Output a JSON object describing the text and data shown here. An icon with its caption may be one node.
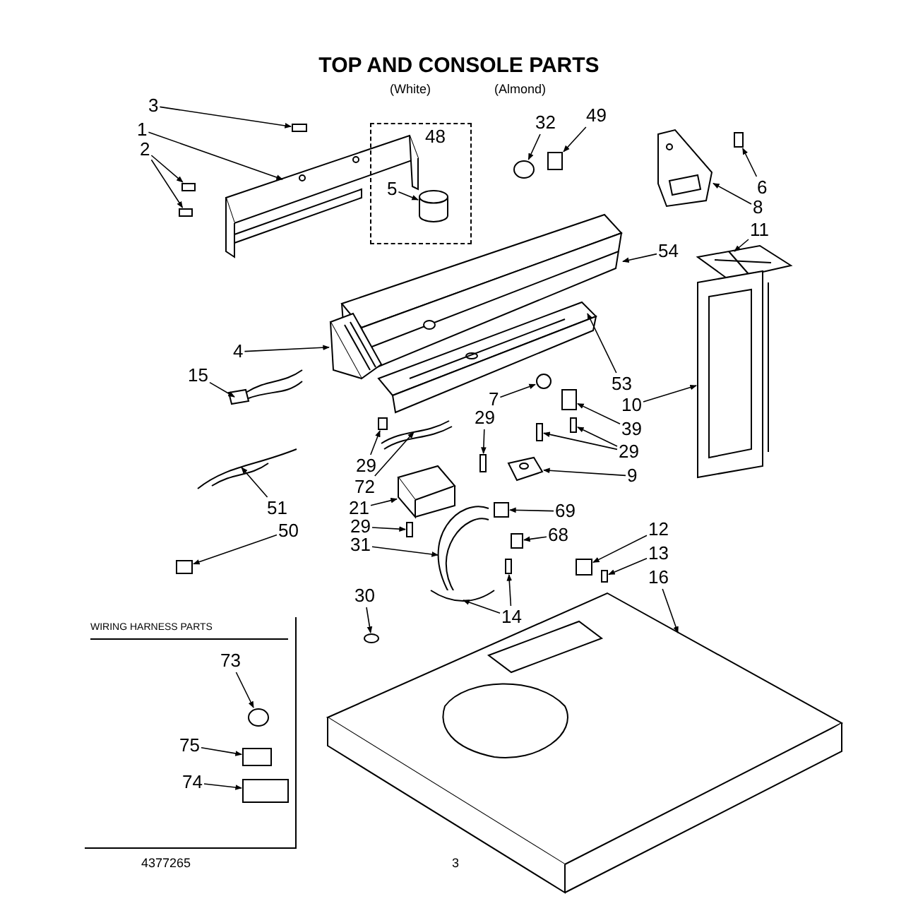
{
  "diagram": {
    "title": "TOP AND CONSOLE PARTS",
    "nodes": [
      {
        "text": [
          "3"
        ]
      },
      {
        "text": [
          "1"
        ]
      },
      {
        "text": [
          "2"
        ]
      },
      {
        "text": [
          "48"
        ]
      },
      {
        "text": [
          "5"
        ],
        "in": 3
      },
      {
        "text": [
          "32"
        ]
      },
      {
        "text": [
          "49"
        ]
      },
      {
        "text": [
          "6"
        ]
      },
      {
        "text": [
          "8"
        ]
      },
      {
        "text": [
          "54"
        ]
      },
      {
        "text": [
          "11"
        ]
      },
      {
        "text": [
          "4"
        ]
      },
      {
        "text": [
          "15"
        ]
      },
      {
        "text": [
          "53"
        ]
      },
      {
        "text": [
          "7"
        ]
      },
      {
        "text": [
          "10"
        ]
      },
      {
        "text": [
          "29"
        ]
      },
      {
        "text": [
          "39"
        ]
      },
      {
        "text": [
          "29"
        ]
      },
      {
        "text": [
          "29"
        ]
      },
      {
        "text": [
          "72"
        ]
      },
      {
        "text": [
          "9"
        ]
      },
      {
        "text": [
          "21"
        ]
      },
      {
        "text": [
          "51"
        ]
      },
      {
        "text": [
          "69"
        ]
      },
      {
        "text": [
          "29"
        ]
      },
      {
        "text": [
          "68"
        ]
      },
      {
        "text": [
          "50"
        ]
      },
      {
        "text": [
          "31"
        ]
      },
      {
        "text": [
          "12"
        ]
      },
      {
        "text": [
          "13"
        ]
      },
      {
        "text": [
          "16"
        ]
      },
      {
        "text": [
          "14"
        ]
      },
      {
        "text": [
          "30"
        ]
      },
      {
        "text": [
          "WIRING HARNESS PARTS"
        ]
      },
      {
        "text": [
          "73"
        ],
        "in": 34
      },
      {
        "text": [
          "75"
        ],
        "in": 34
      },
      {
        "text": [
          "74"
        ],
        "in": 34
      },
      {
        "text": [],
        "shape": "box"
      },
      {
        "text": [],
        "shape": "picture"
      },
      {
        "text": [],
        "shape": "box"
      },
      {
        "text": [],
        "shape": "box"
      },
      {
        "text": [],
        "shape": "cylinder",
        "in": 3
      },
      {
        "text": [],
        "shape": "circle"
      },
      {
        "text": [],
        "shape": "box"
      },
      {
        "text": [],
        "shape": "box"
      },
      {
        "text": [],
        "shape": "picture"
      },
      {
        "text": [],
        "shape": "picture"
      },
      {
        "text": [],
        "shape": "picture"
      },
      {
        "text": [],
        "shape": "picture"
      },
      {
        "text": [],
        "shape": "picture"
      },
      {
        "text": [],
        "shape": "picture"
      },
      {
        "text": [],
        "shape": "circle"
      },
      {
        "text": [],
        "shape": "picture"
      },
      {
        "text": [],
        "shape": "box"
      },
      {
        "text": [],
        "shape": "box"
      },
      {
        "text": [],
        "shape": "box"
      },
      {
        "text": [],
        "shape": "box"
      },
      {
        "text": [],
        "shape": "box"
      },
      {
        "text": [],
        "shape": "picture"
      },
      {
        "text": [],
        "shape": "picture"
      },
      {
        "text": [],
        "shape": "picture"
      },
      {
        "text": [],
        "shape": "picture"
      },
      {
        "text": [],
        "shape": "box"
      },
      {
        "text": [],
        "shape": "box"
      },
      {
        "text": [],
        "shape": "box"
      },
      {
        "text": [],
        "shape": "box"
      },
      {
        "text": [],
        "shape": "picture"
      },
      {
        "text": [],
        "shape": "box"
      },
      {
        "text": [],
        "shape": "box"
      },
      {
        "text": [],
        "shape": "picture"
      },
      {
        "text": [],
        "shape": "box"
      },
      {
        "text": [],
        "shape": "circle"
      },
      {
        "text": [],
        "shape": "circle",
        "in": 34
      },
      {
        "text": [],
        "shape": "box",
        "in": 34
      },
      {
        "text": [],
        "shape": "box",
        "in": 34
      }
    ],
    "edges": [
      {
        "from": 0,
        "to": 38,
        "arrow": "to"
      },
      {
        "from": 1,
        "to": 39,
        "arrow": "to"
      },
      {
        "from": 2,
        "to": 40,
        "arrow": "to"
      },
      {
        "from": 2,
        "to": 41,
        "arrow": "to"
      },
      {
        "from": 4,
        "to": 42,
        "arrow": "to"
      },
      {
        "from": 5,
        "to": 43,
        "arrow": "to"
      },
      {
        "from": 6,
        "to": 44,
        "arrow": "to"
      },
      {
        "from": 7,
        "to": 45,
        "arrow": "to"
      },
      {
        "from": 8,
        "to": 46,
        "arrow": "to"
      },
      {
        "from": 9,
        "to": 47,
        "arrow": "to"
      },
      {
        "from": 10,
        "to": 48,
        "arrow": "to"
      },
      {
        "from": 11,
        "to": 49,
        "arrow": "to"
      },
      {
        "from": 12,
        "to": 50,
        "arrow": "to"
      },
      {
        "from": 13,
        "to": 51,
        "arrow": "to"
      },
      {
        "from": 14,
        "to": 52,
        "arrow": "to"
      },
      {
        "from": 15,
        "to": 53,
        "arrow": "to"
      },
      {
        "from": 16,
        "to": 54,
        "arrow": "to"
      },
      {
        "from": 17,
        "to": 55,
        "arrow": "to"
      },
      {
        "from": 18,
        "to": 56,
        "arrow": "to"
      },
      {
        "from": 18,
        "to": 57,
        "arrow": "to"
      },
      {
        "from": 19,
        "to": 58,
        "arrow": "to"
      },
      {
        "from": 20,
        "to": 59,
        "arrow": "to"
      },
      {
        "from": 21,
        "to": 60,
        "arrow": "to"
      },
      {
        "from": 22,
        "to": 61,
        "arrow": "to"
      },
      {
        "from": 23,
        "to": 62,
        "arrow": "to"
      },
      {
        "from": 24,
        "to": 63,
        "arrow": "to"
      },
      {
        "from": 25,
        "to": 64,
        "arrow": "to"
      },
      {
        "from": 26,
        "to": 65,
        "arrow": "to"
      },
      {
        "from": 27,
        "to": 66,
        "arrow": "to"
      },
      {
        "from": 28,
        "to": 67,
        "arrow": "to"
      },
      {
        "from": 29,
        "to": 68,
        "arrow": "to"
      },
      {
        "from": 30,
        "to": 69,
        "arrow": "to"
      },
      {
        "from": 31,
        "to": 70,
        "arrow": "to"
      },
      {
        "from": 32,
        "to": 71,
        "arrow": "to"
      },
      {
        "from": 32,
        "to": 67,
        "arrow": "to"
      },
      {
        "from": 33,
        "to": 72,
        "arrow": "to"
      },
      {
        "from": 35,
        "to": 73,
        "arrow": "to"
      },
      {
        "from": 36,
        "to": 74,
        "arrow": "to"
      },
      {
        "from": 37,
        "to": 75,
        "arrow": "to"
      }
    ],
    "labels": [
      "(White)",
      "(Almond)",
      "4377265",
      "3"
    ]
  }
}
